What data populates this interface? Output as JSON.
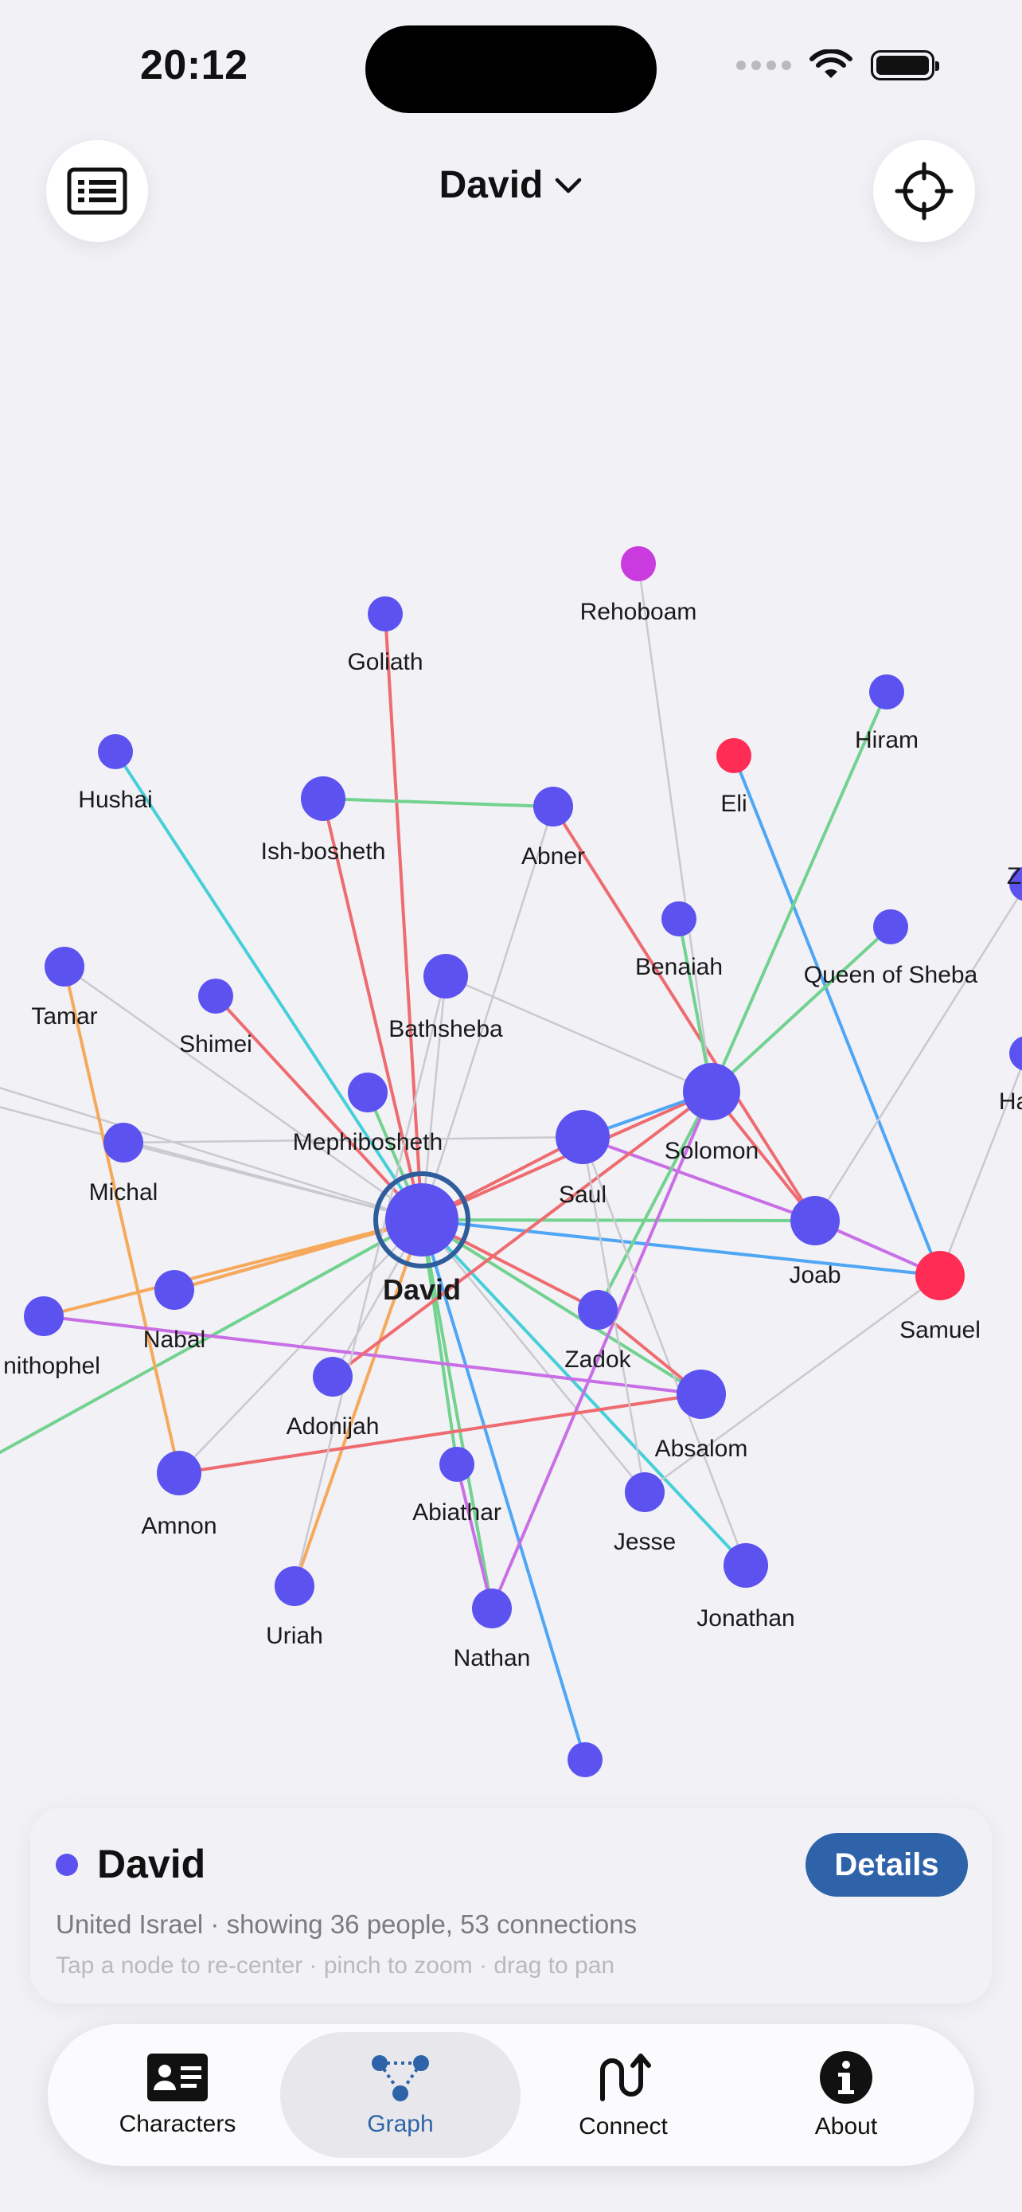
{
  "status": {
    "time": "20:12"
  },
  "nav": {
    "title": "David"
  },
  "graph": {
    "center": "David",
    "node_colors": {
      "default": "#5b52f0",
      "magenta": "#c93adf",
      "red": "#ff2d55"
    },
    "edge_colors": {
      "gray": "#c9c9cf",
      "red": "#ee6b70",
      "green": "#72d28f",
      "blue": "#4ea6f5",
      "cyan": "#47cfd9",
      "purple": "#c86fe6",
      "orange": "#f6a95a"
    },
    "nodes": [
      {
        "name": "Rehoboam",
        "color": "magenta"
      },
      {
        "name": "Goliath"
      },
      {
        "name": "Hiram"
      },
      {
        "name": "Eli",
        "color": "red"
      },
      {
        "name": "Hushai"
      },
      {
        "name": "Ish-bosheth"
      },
      {
        "name": "Abner"
      },
      {
        "name": "Z"
      },
      {
        "name": "Benaiah"
      },
      {
        "name": "Queen of Sheba"
      },
      {
        "name": "Tamar"
      },
      {
        "name": "Shimei"
      },
      {
        "name": "Bathsheba"
      },
      {
        "name": "Ha"
      },
      {
        "name": "Mephibosheth"
      },
      {
        "name": "Solomon"
      },
      {
        "name": "Saul"
      },
      {
        "name": "Michal"
      },
      {
        "name": "Joab"
      },
      {
        "name": "David"
      },
      {
        "name": "Samuel",
        "color": "red"
      },
      {
        "name": "Nabal"
      },
      {
        "name": "nithophel"
      },
      {
        "name": "Zadok"
      },
      {
        "name": "Adonijah"
      },
      {
        "name": "Absalom"
      },
      {
        "name": "Amnon"
      },
      {
        "name": "Abiathar"
      },
      {
        "name": "Jesse"
      },
      {
        "name": "Jonathan"
      },
      {
        "name": "Uriah"
      },
      {
        "name": "Nathan"
      },
      {
        "name": ""
      }
    ]
  },
  "card": {
    "name": "David",
    "dot_color": "#5b52f0",
    "subtitle": "United Israel · showing 36 people, 53 connections",
    "hint": "Tap a node to re-center · pinch to zoom · drag to pan",
    "details_label": "Details"
  },
  "tabs": [
    {
      "label": "Characters",
      "icon": "contact-card-icon"
    },
    {
      "label": "Graph",
      "icon": "graph-icon",
      "active": true
    },
    {
      "label": "Connect",
      "icon": "connect-arrows-icon"
    },
    {
      "label": "About",
      "icon": "info-icon"
    }
  ]
}
